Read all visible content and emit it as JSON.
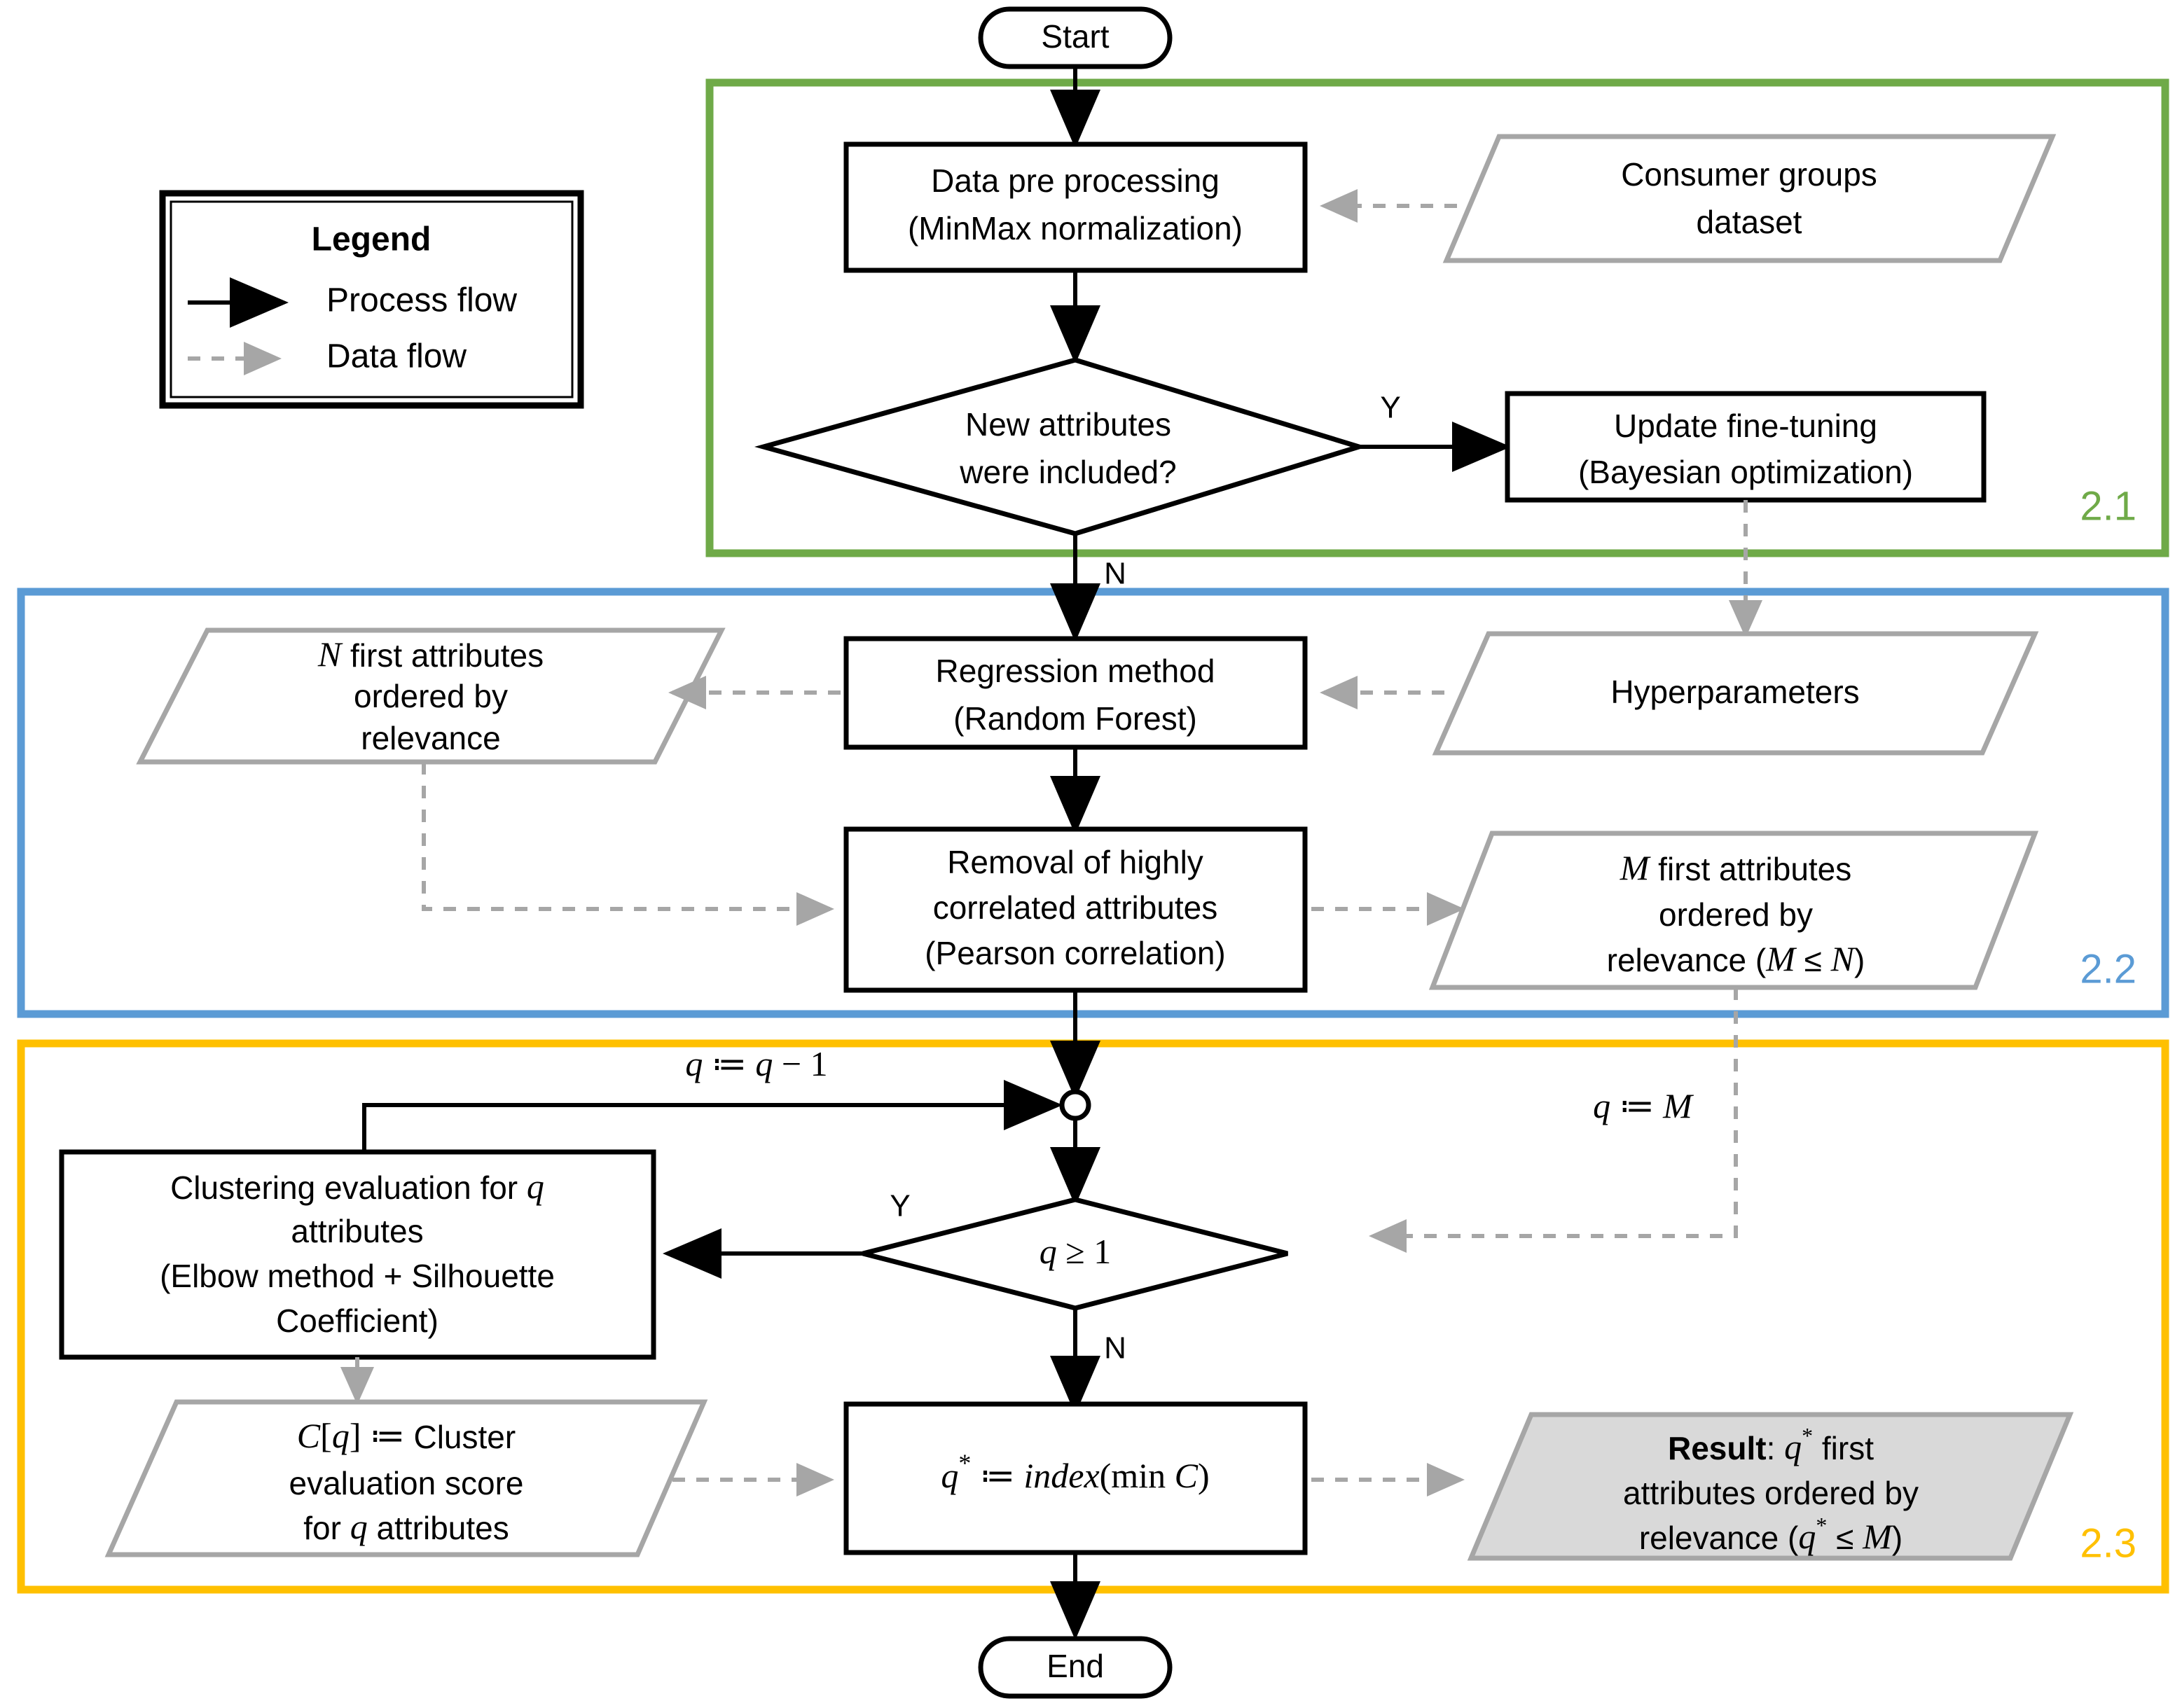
{
  "colors": {
    "section_1": "#6faa48",
    "section_2": "#5b9bd5",
    "section_3": "#ffc000",
    "data_gray": "#a6a6a6",
    "result_fill": "#d9d9d9",
    "flow_black": "#000000"
  },
  "legend": {
    "title": "Legend",
    "items": [
      {
        "label": "Process flow",
        "style": "solid-black-arrow"
      },
      {
        "label": "Data flow",
        "style": "dashed-gray-arrow"
      }
    ]
  },
  "sections": [
    {
      "id": "2.1",
      "label": "2.1",
      "color": "#6faa48"
    },
    {
      "id": "2.2",
      "label": "2.2",
      "color": "#5b9bd5"
    },
    {
      "id": "2.3",
      "label": "2.3",
      "color": "#ffc000"
    }
  ],
  "nodes": {
    "start": {
      "type": "terminator",
      "label": "Start"
    },
    "end": {
      "type": "terminator",
      "label": "End"
    },
    "preprocessing": {
      "type": "process",
      "line1": "Data pre processing",
      "line2": "(MinMax normalization)"
    },
    "consumer_dataset": {
      "type": "data",
      "line1": "Consumer groups",
      "line2": "dataset"
    },
    "new_attributes_decision": {
      "type": "decision",
      "line1": "New attributes",
      "line2": "were included?"
    },
    "update_finetuning": {
      "type": "process",
      "line1": "Update fine-tuning",
      "line2": "(Bayesian optimization)"
    },
    "n_first_attributes": {
      "type": "data",
      "line1": "N first attributes",
      "line2": "ordered by",
      "line3": "relevance"
    },
    "regression_method": {
      "type": "process",
      "line1": "Regression method",
      "line2": "(Random Forest)"
    },
    "hyperparameters": {
      "type": "data",
      "line1": "Hyperparameters"
    },
    "removal_correlated": {
      "type": "process",
      "line1": "Removal of highly",
      "line2": "correlated attributes",
      "line3": "(Pearson correlation)"
    },
    "m_first_attributes": {
      "type": "data",
      "line1": "M first attributes",
      "line2": "ordered by",
      "line3": "relevance (M ≤ N)"
    },
    "clustering_evaluation": {
      "type": "process",
      "line1": "Clustering evaluation for q",
      "line2": "attributes",
      "line3": "(Elbow method + Silhouette",
      "line4": "Coefficient)"
    },
    "q_decision": {
      "type": "decision",
      "line1": "q ≥ 1"
    },
    "cluster_score": {
      "type": "data",
      "line1": "C[q] ≔ Cluster",
      "line2": "evaluation score",
      "line3": "for q attributes"
    },
    "q_star_assign": {
      "type": "process",
      "line1": "q* ≔ index(min C)"
    },
    "result": {
      "type": "data",
      "line1_bold": "Result",
      "line1": ": q* first",
      "line2": "attributes ordered by",
      "line3": "relevance (q* ≤ M)"
    }
  },
  "edge_labels": {
    "yes_new_attributes": "Y",
    "no_new_attributes": "N",
    "yes_q_decision": "Y",
    "no_q_decision": "N",
    "q_decrement": "q ≔ q − 1",
    "q_init": "q ≔ M"
  }
}
